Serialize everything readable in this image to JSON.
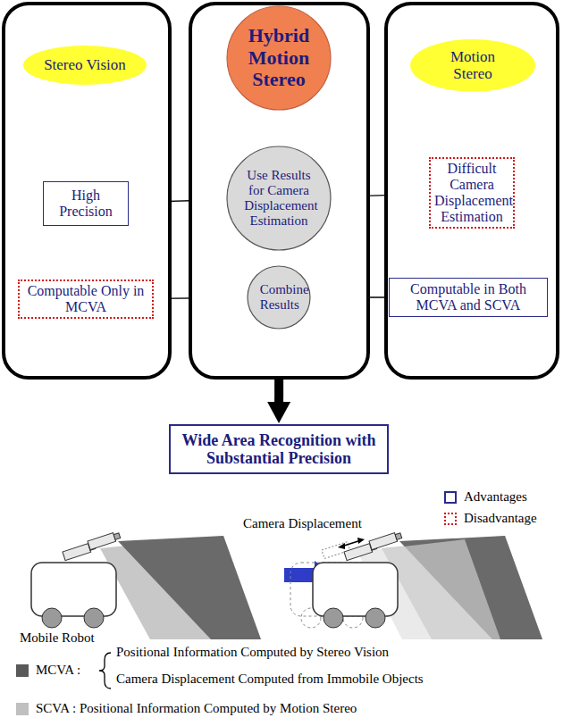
{
  "diagram": {
    "nodes": [
      {
        "text": []
      },
      {
        "text": [
          "Stereo Vision"
        ],
        "in": 0
      },
      {
        "text": [
          "High Precision"
        ],
        "in": 0
      },
      {
        "text": [
          "Computable Only in MCVA"
        ],
        "in": 0
      },
      {
        "text": []
      },
      {
        "text": [
          "Hybrid Motion Stereo"
        ],
        "in": 4
      },
      {
        "text": [
          "Use Results for Camera Displacement Estimation"
        ],
        "in": 4
      },
      {
        "text": [
          "Combine Results"
        ],
        "in": 4
      },
      {
        "text": []
      },
      {
        "text": [
          "Motion Stereo"
        ],
        "in": 8
      },
      {
        "text": [
          "Difficult Camera Displacement Estimation"
        ],
        "in": 8
      },
      {
        "text": [
          "Computable in Both MCVA and SCVA"
        ],
        "in": 8
      },
      {
        "text": [
          "Wide Area Recognition with Substantial Precision"
        ]
      }
    ],
    "edges": [
      {
        "from": 2,
        "to": 6,
        "arrow": "to"
      },
      {
        "from": 6,
        "to": 10,
        "arrow": "to"
      },
      {
        "from": 3,
        "to": 7,
        "arrow": "to"
      },
      {
        "from": 11,
        "to": 7,
        "arrow": "to"
      },
      {
        "from": 4,
        "to": 12,
        "arrow": "to"
      }
    ],
    "labels": [
      "Mobile Robot",
      "Camera Displacement",
      "Positional Information Computed by Stereo Vision",
      "Camera Displacement Computed from Immobile Objects"
    ],
    "legend": [
      {
        "text": "Advantages"
      },
      {
        "text": "Disadvantage"
      },
      {
        "text": "MCVA :",
        "color": "#595959"
      },
      {
        "text": "SCVA : Positional Information Computed by Motion Stereo",
        "color": "#c0c0c0"
      }
    ]
  }
}
